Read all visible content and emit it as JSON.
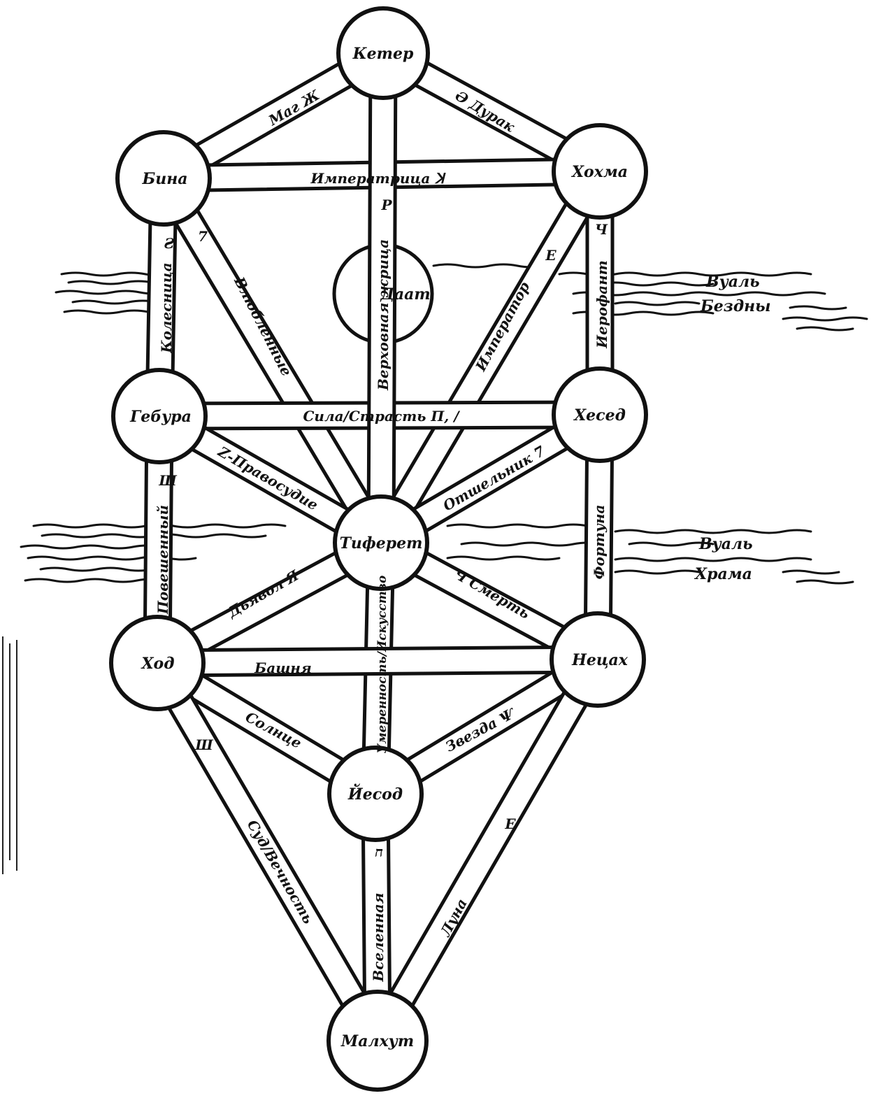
{
  "nodes": {
    "keter": "Кетер",
    "hokhma": "Хохма",
    "bina": "Бина",
    "daat": "Даат",
    "hesed": "Хесед",
    "gevura": "Гебура",
    "tiferet": "Тиферет",
    "netzah": "Нецах",
    "hod": "Ход",
    "yesod": "Йесод",
    "malkhut": "Малхут"
  },
  "paths": {
    "keter_hokhma": "Ə Дурак",
    "keter_bina": "Маг Ж",
    "bina_hokhma": "Императрица   ꓘ",
    "keter_tiferet_letter": "P",
    "keter_tiferet": "Верховная жрица",
    "hokhma_tiferet": "Император",
    "hokhma_tiferet_letter": "E",
    "hokhma_hesed": "Иерофант",
    "hokhma_hesed_letter": "Ч",
    "bina_tiferet": "Влюбленные",
    "bina_tiferet_letter": "7",
    "bina_gevura": "Колесница",
    "bina_gevura_letter": "Ƨ",
    "gevura_hesed": "Сила/Страсть   П, /",
    "gevura_tiferet": "Z-Правосудие",
    "hesed_tiferet": "Отшельник 7",
    "gevura_hod": "Повешенный",
    "gevura_hod_letter": "Ш",
    "hesed_netzah": "Фортуна",
    "tiferet_hod": "Дьявол Я",
    "tiferet_netzah": "Ч Смерть",
    "tiferet_yesod": "Умеренность/Искусство",
    "hod_netzah": "Башня",
    "hod_yesod": "Солнце",
    "netzah_yesod": "Звезда Ѱ",
    "hod_malkhut": "Суд/Вечность",
    "hod_malkhut_letter": "Ш",
    "netzah_malkhut": "Луна",
    "netzah_malkhut_letter": "E",
    "yesod_malkhut": "Вселенная",
    "yesod_malkhut_letter": "ח"
  },
  "veils": {
    "abyss_line1": "Вуаль",
    "abyss_line2": "Бездны",
    "temple_line1": "Вуаль",
    "temple_line2": "Храма"
  },
  "colors": {
    "ink": "#111111",
    "paper": "#ffffff"
  }
}
